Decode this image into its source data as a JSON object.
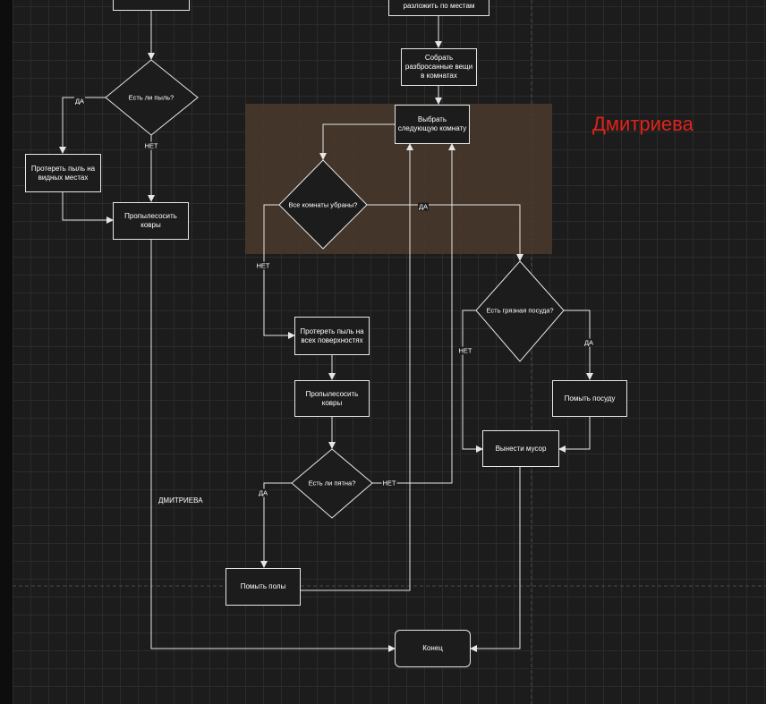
{
  "nodes": {
    "top_left_box": "",
    "top_right_box": "разложить по местам",
    "collect": "Собрать разбросанные вещи в комнатах",
    "next_room": "Выбрать следующую комнату",
    "dust_q": "Есть ли пыль?",
    "wipe_visible": "Протереть пыль на видных местах",
    "vacuum1": "Пропылесосить ковры",
    "all_clean_q": "Все комнаты убраны?",
    "wipe_all": "Протереть пыль на всех поверхностях",
    "vacuum2": "Пропылесосить ковры",
    "stains_q": "Есть ли пятна?",
    "wash_floor": "Помыть полы",
    "dishes_q": "Есть грязная посуда?",
    "wash_dishes": "Помыть посуду",
    "trash": "Вынести мусор",
    "end": "Конец"
  },
  "edge_labels": {
    "dust_yes": "ДА",
    "dust_no": "НЕТ",
    "clean_yes": "ДА",
    "clean_no": "НЕТ",
    "dishes_no": "НЕТ",
    "dishes_yes": "ДА",
    "stains_yes": "ДА",
    "stains_no": "НЕТ"
  },
  "signature": "ДМИТРИЕВА",
  "author_name": "Дмитриева",
  "colors": {
    "background": "#1c1c1c",
    "stroke": "#e6e6e6",
    "highlight": "#4a3a2c",
    "author_text": "#e0231b"
  }
}
